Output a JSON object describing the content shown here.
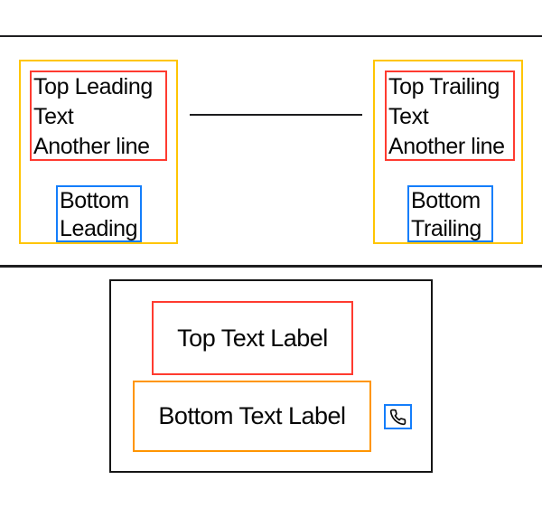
{
  "colors": {
    "yellow_border": "#ffc502",
    "red_border": "#ff3b30",
    "blue_border": "#147efb",
    "orange_border": "#ff9500",
    "rule_line": "#1f1f21",
    "text": "#050505"
  },
  "top_section": {
    "left_group": {
      "red_box_lines": [
        "Top Leading",
        "Text",
        "Another line"
      ],
      "blue_box_lines": [
        "Bottom",
        "Leading"
      ]
    },
    "right_group": {
      "red_box_lines": [
        "Top Trailing",
        "Text",
        "Another line"
      ],
      "blue_box_lines": [
        "Bottom",
        "Trailing"
      ]
    }
  },
  "bottom_section": {
    "top_label": "Top Text Label",
    "bottom_label": "Bottom Text Label",
    "icon": "phone-icon"
  }
}
